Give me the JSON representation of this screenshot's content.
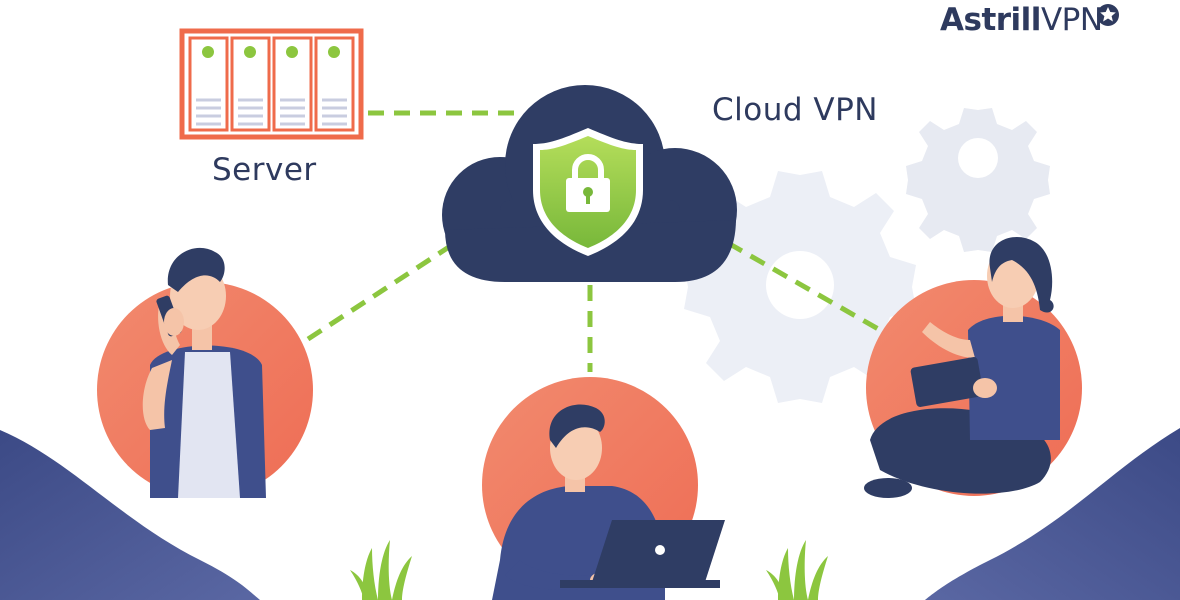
{
  "brand": {
    "name_bold": "Astrill",
    "name_light": "VPN",
    "icon": "star-badge-icon"
  },
  "labels": {
    "server": "Server",
    "cloud": "Cloud VPN"
  },
  "icons": {
    "server_rack": "server-rack-icon",
    "cloud": "cloud-icon",
    "shield_lock": "shield-lock-icon",
    "gear_large": "gear-icon",
    "gear_small": "gear-icon"
  },
  "people": [
    {
      "role": "phone-user",
      "device": "smartphone"
    },
    {
      "role": "laptop-user",
      "device": "laptop"
    },
    {
      "role": "tablet-user",
      "device": "tablet"
    }
  ],
  "colors": {
    "navy": "#2e3a5e",
    "cloud_navy": "#2f3d64",
    "green": "#8cc63f",
    "coral": "#f07a5f",
    "server_red": "#ef6b4b",
    "gear_gray": "#e9ecf4",
    "hill_navy": "#46548f"
  }
}
